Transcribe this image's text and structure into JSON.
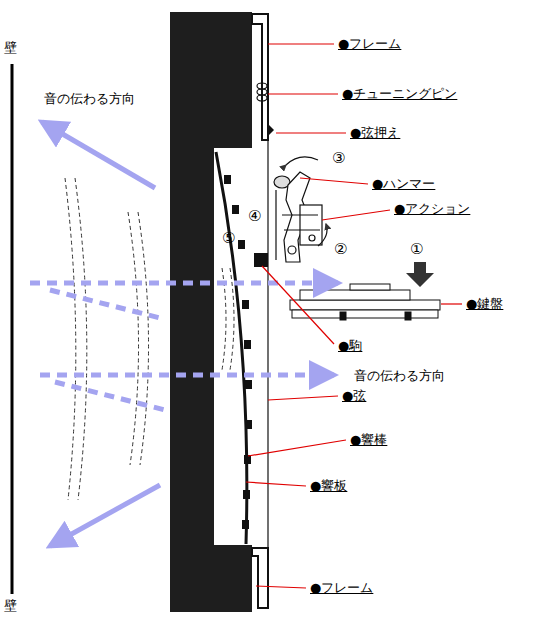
{
  "diagram": {
    "labels": [
      "壁",
      "音の伝わる方向",
      "●フレーム",
      "●チューニングピン",
      "●弦押え",
      "③",
      "●ハンマー",
      "●アクション",
      "④",
      "⑤",
      "②",
      "①",
      "●鍵盤",
      "●駒",
      "音の伝わる方向",
      "●弦",
      "●響棒",
      "●響板",
      "●フレーム",
      "壁"
    ]
  }
}
